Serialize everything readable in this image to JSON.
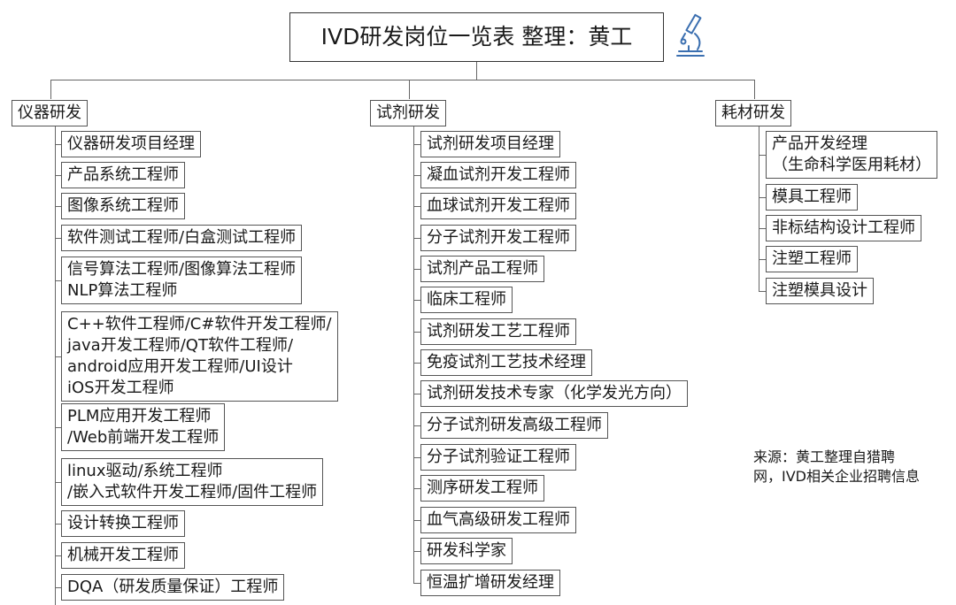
{
  "title": "IVD研发岗位一览表 整理：黄工",
  "icon": "microscope-icon",
  "colors": {
    "line": "#666666",
    "border": "#555555",
    "icon": "#3b6fb0"
  },
  "categories": [
    {
      "label": "仪器研发",
      "items": [
        [
          "仪器研发项目经理"
        ],
        [
          "产品系统工程师"
        ],
        [
          "图像系统工程师"
        ],
        [
          "软件测试工程师/白盒测试工程师"
        ],
        [
          "信号算法工程师/图像算法工程师",
          "NLP算法工程师"
        ],
        [
          "C++软件工程师/C#软件开发工程师/",
          "java开发工程师/QT软件工程师/",
          "android应用开发工程师/UI设计",
          "iOS开发工程师"
        ],
        [
          "PLM应用开发工程师",
          "/Web前端开发工程师"
        ],
        [
          "linux驱动/系统工程师",
          "/嵌入式软件开发工程师/固件工程师"
        ],
        [
          "设计转换工程师"
        ],
        [
          "机械开发工程师"
        ],
        [
          "DQA（研发质量保证）工程师"
        ]
      ]
    },
    {
      "label": "试剂研发",
      "items": [
        [
          "试剂研发项目经理"
        ],
        [
          "凝血试剂开发工程师"
        ],
        [
          "血球试剂开发工程师"
        ],
        [
          "分子试剂开发工程师"
        ],
        [
          "试剂产品工程师"
        ],
        [
          "临床工程师"
        ],
        [
          "试剂研发工艺工程师"
        ],
        [
          "免疫试剂工艺技术经理"
        ],
        [
          "试剂研发技术专家（化学发光方向）"
        ],
        [
          "分子试剂研发高级工程师"
        ],
        [
          "分子试剂验证工程师"
        ],
        [
          "测序研发工程师"
        ],
        [
          "血气高级研发工程师"
        ],
        [
          "研发科学家"
        ],
        [
          "恒温扩增研发经理"
        ]
      ]
    },
    {
      "label": "耗材研发",
      "items": [
        [
          "产品开发经理",
          "（生命科学医用耗材）"
        ],
        [
          "模具工程师"
        ],
        [
          "非标结构设计工程师"
        ],
        [
          "注塑工程师"
        ],
        [
          "注塑模具设计"
        ]
      ]
    }
  ],
  "source": [
    "来源：黄工整理自猎聘",
    "网，IVD相关企业招聘信息"
  ]
}
